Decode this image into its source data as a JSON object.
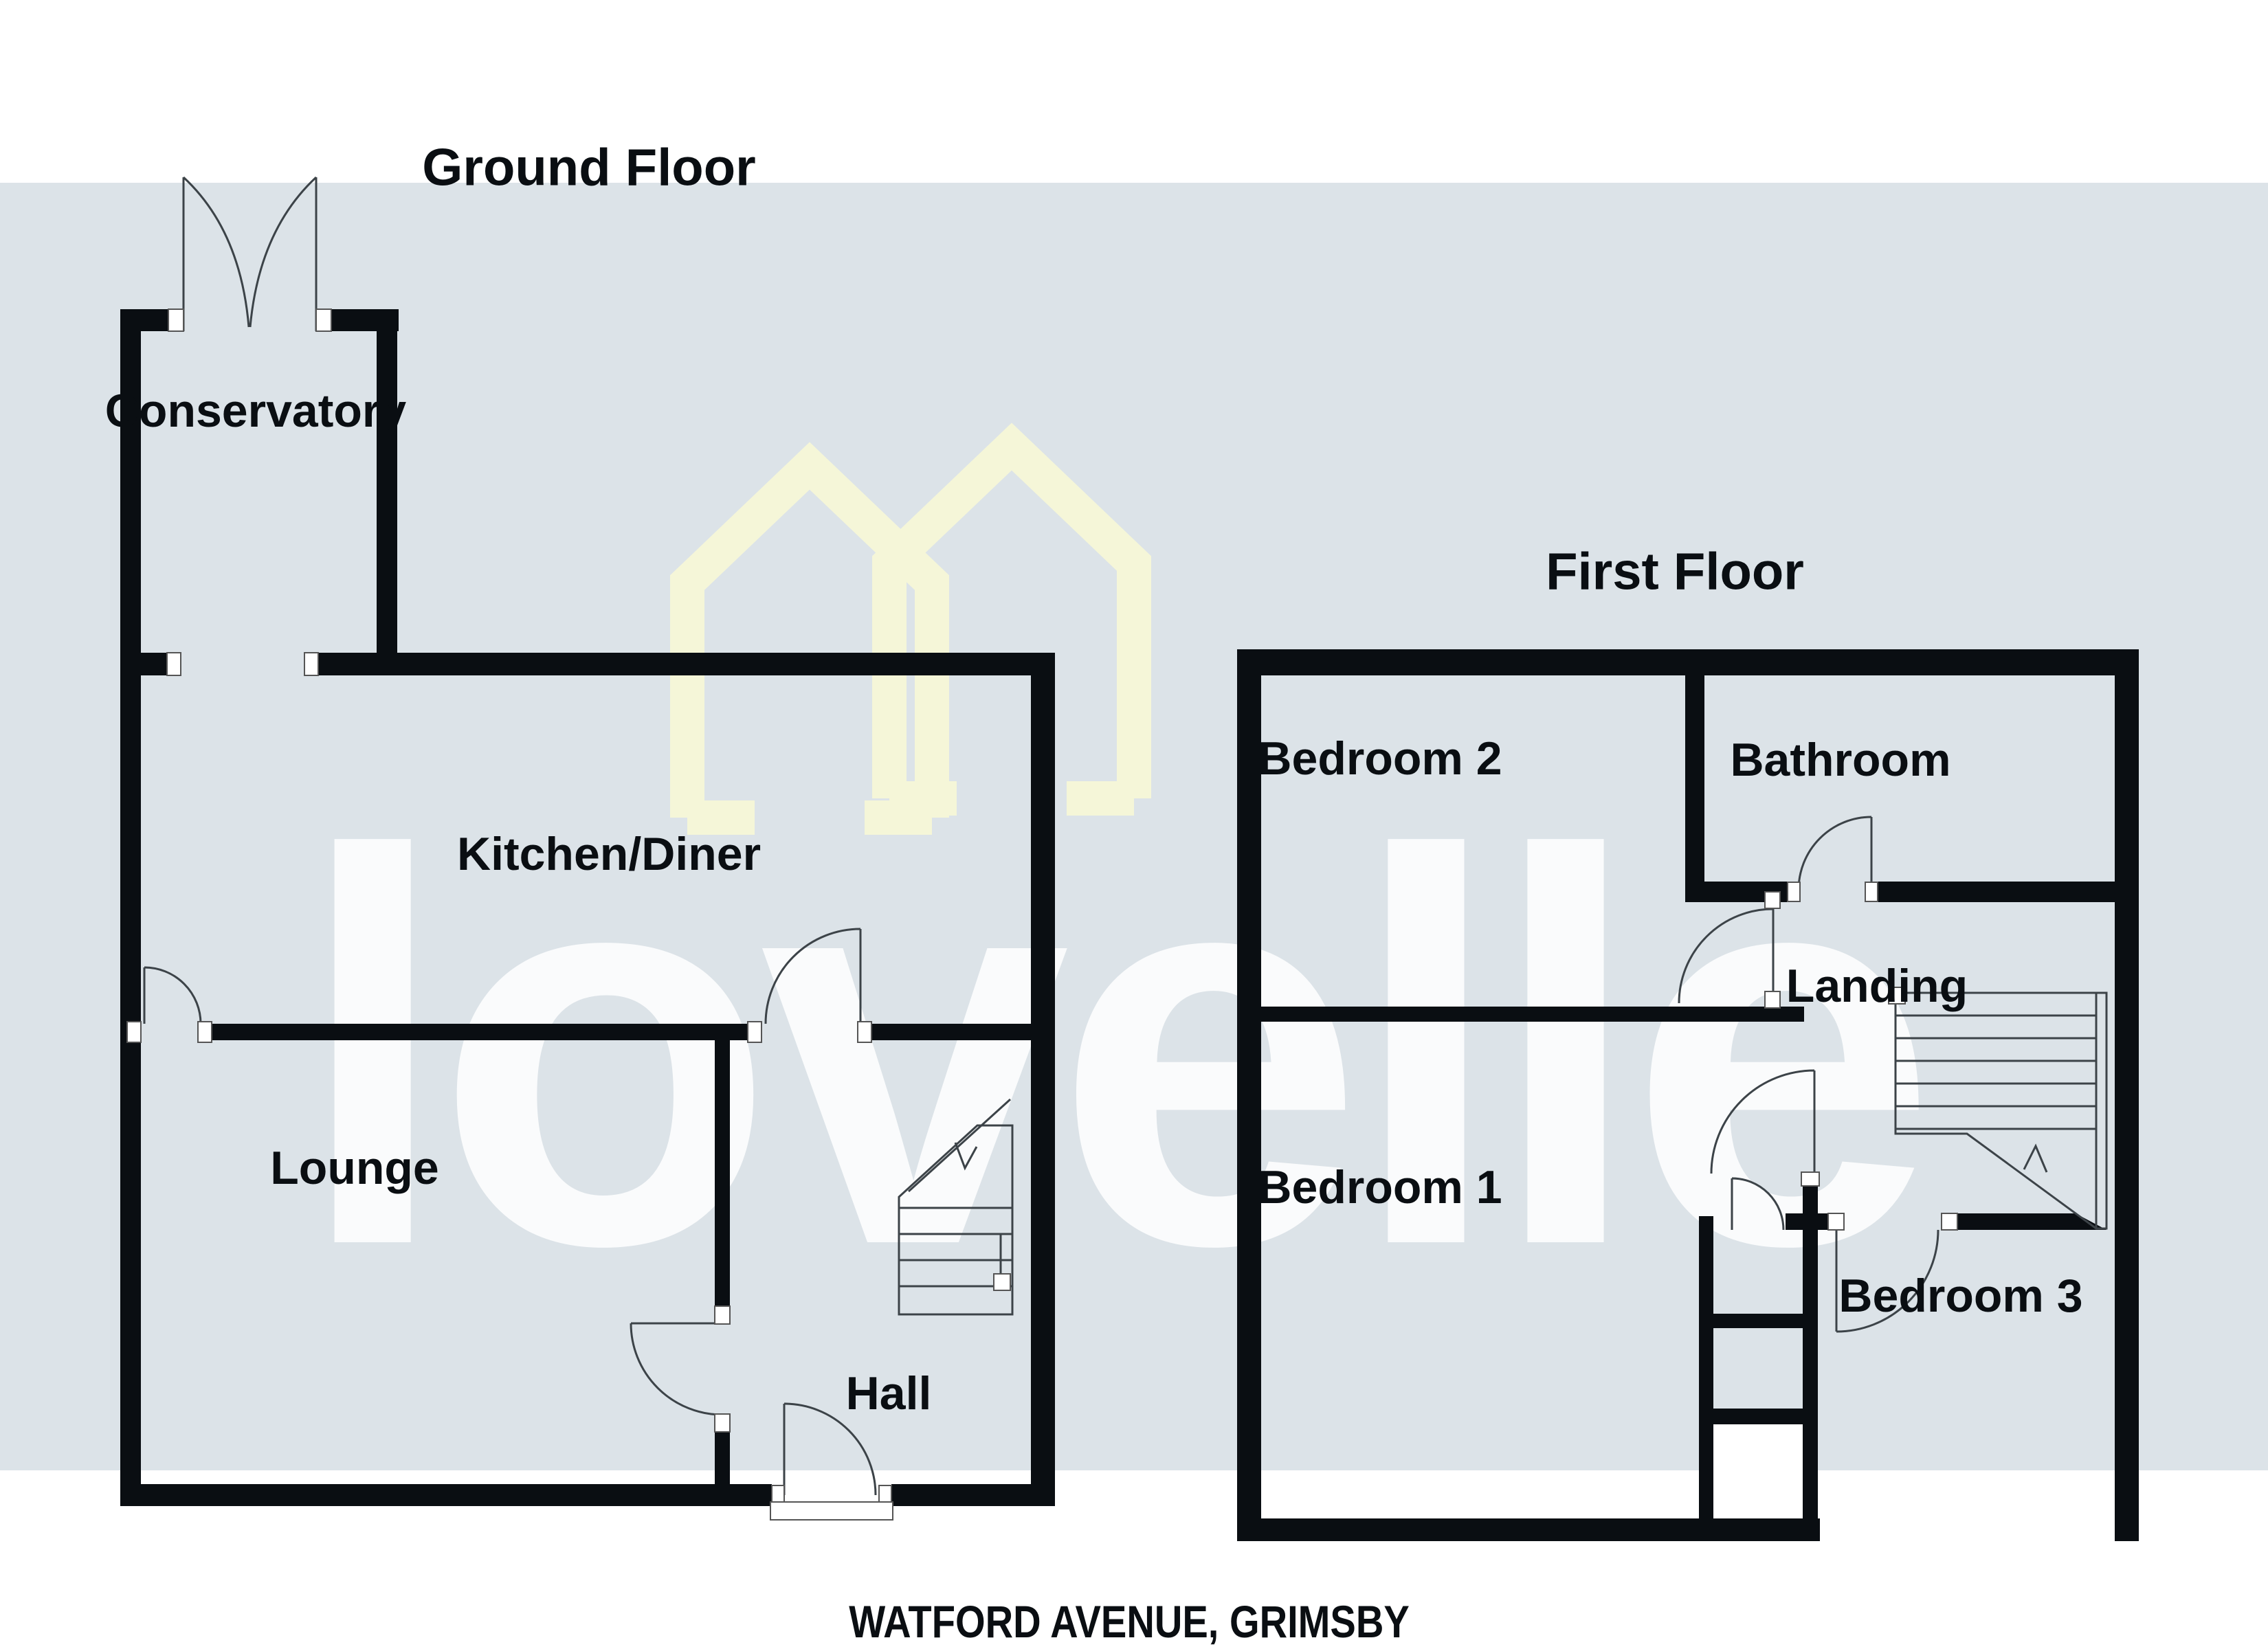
{
  "document": {
    "type": "estate-agent floor plan",
    "address": "WATFORD AVENUE, GRIMSBY"
  },
  "colors": {
    "page_background": "#ffffff",
    "panel_background": "#dce3e8",
    "wall": "#0a0e12",
    "line": "#3c4348",
    "watermark_text": "rgba(255,255,255,0.84)",
    "watermark_logo": "#f5f6d8"
  },
  "watermark": {
    "brand_text": "lovelle",
    "logo": "double-house-outline-icon"
  },
  "floors": [
    {
      "title": "Ground Floor",
      "rooms": [
        {
          "name": "Conservatory"
        },
        {
          "name": "Kitchen/Diner"
        },
        {
          "name": "Lounge"
        },
        {
          "name": "Hall"
        }
      ]
    },
    {
      "title": "First Floor",
      "rooms": [
        {
          "name": "Bedroom 2"
        },
        {
          "name": "Bathroom"
        },
        {
          "name": "Landing"
        },
        {
          "name": "Bedroom 1"
        },
        {
          "name": "Bedroom 3"
        }
      ]
    }
  ],
  "footer": {
    "address": "WATFORD AVENUE, GRIMSBY"
  }
}
